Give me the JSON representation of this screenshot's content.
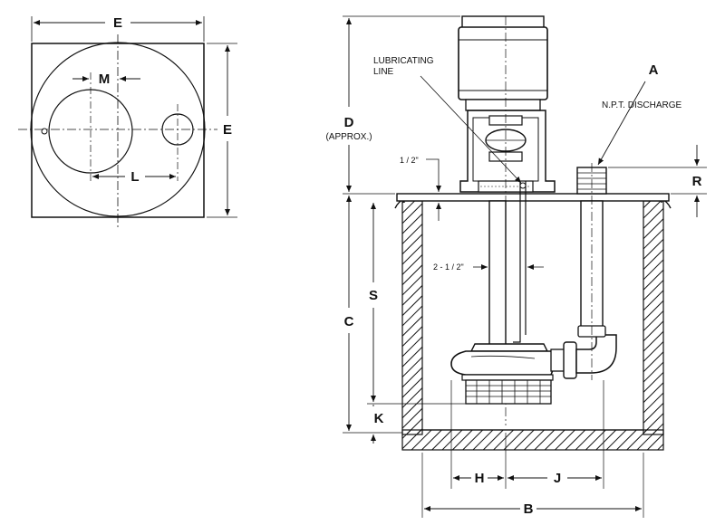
{
  "labels": {
    "top_width": "E",
    "side_height": "E",
    "pump_offset": "M",
    "discharge_offset": "L",
    "overall_height": "D",
    "overall_height_note": "(APPROX.)",
    "lubricating_line": "LUBRICATING",
    "lubricating_line_2": "LINE",
    "discharge_label": "A",
    "discharge_note": "N.P.T. DISCHARGE",
    "riser": "R",
    "gap_half": "1 / 2\"",
    "gap_two_half": "2 - 1 / 2\"",
    "submergence": "S",
    "basin_depth": "C",
    "clearance": "K",
    "pump_to_wall": "H",
    "pump_to_discharge": "J",
    "basin_width": "B"
  }
}
